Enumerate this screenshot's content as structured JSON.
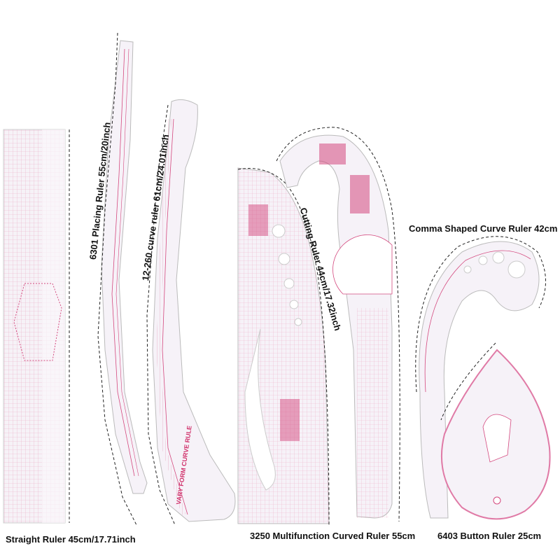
{
  "labels": {
    "straight": "Straight Ruler 45cm/17.71inch",
    "placing": "6301 Placing Ruler 55cm/20inch",
    "curve": "12-260 curve ruler 61cm/24.01inch",
    "cutting": "Cutting Ruler 44cm/17.32inch",
    "multifunction": "3250 Multifunction Curved Ruler 55cm",
    "comma": "Comma Shaped Curve Ruler 42cm",
    "button": "6403 Button Ruler 25cm"
  },
  "ruler_print": {
    "vary_form": "VARY FORM CURVE RULE"
  },
  "colors": {
    "ruler_fill": "#f4f2f8",
    "ruler_line": "#d4487e",
    "grid": "#e9a3c0",
    "dash": "#222222"
  }
}
